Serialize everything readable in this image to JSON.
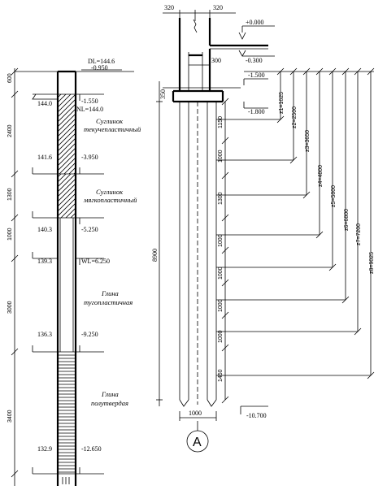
{
  "borehole": {
    "top_label": "DL=144.6",
    "top_level": "-0.950",
    "nl_label": "NL=144.0",
    "wl_label": "WL=6.250",
    "thickness": [
      "600",
      "2400",
      "1300",
      "1000",
      "3000",
      "3400"
    ],
    "abs_marks": [
      "144.0",
      "141.6",
      "140.3",
      "139.3",
      "136.3",
      "132.9"
    ],
    "rel_marks": [
      "-1.550",
      "-3.950",
      "-5.250",
      "-9.250",
      "-12.650"
    ],
    "layers": [
      {
        "line1": "Суглинок",
        "line2": "текучепластичный"
      },
      {
        "line1": "Суглинок",
        "line2": "мягкопластичный"
      },
      {
        "line1": "Глина",
        "line2": "тугопластичная"
      },
      {
        "line1": "Глина",
        "line2": "полутвердая"
      }
    ]
  },
  "pile": {
    "top_dims": [
      "320",
      "320"
    ],
    "level_top": "+0.000",
    "level_300": "-0.300",
    "dim_300": "300",
    "level_1500": "-1.500",
    "level_1800": "-1.800",
    "dim_350": "350",
    "length": "8900",
    "segments": [
      "1150",
      "1000",
      "1300",
      "1000",
      "1000",
      "1000",
      "1000",
      "1450"
    ],
    "depths": [
      "z1=1625",
      "z2=2500",
      "z3=3650",
      "z4=4800",
      "z5=5800",
      "z6=6800",
      "z7=7200",
      "z8=9025"
    ],
    "width": "1000",
    "bottom_level": "-10.700",
    "axis": "A"
  }
}
